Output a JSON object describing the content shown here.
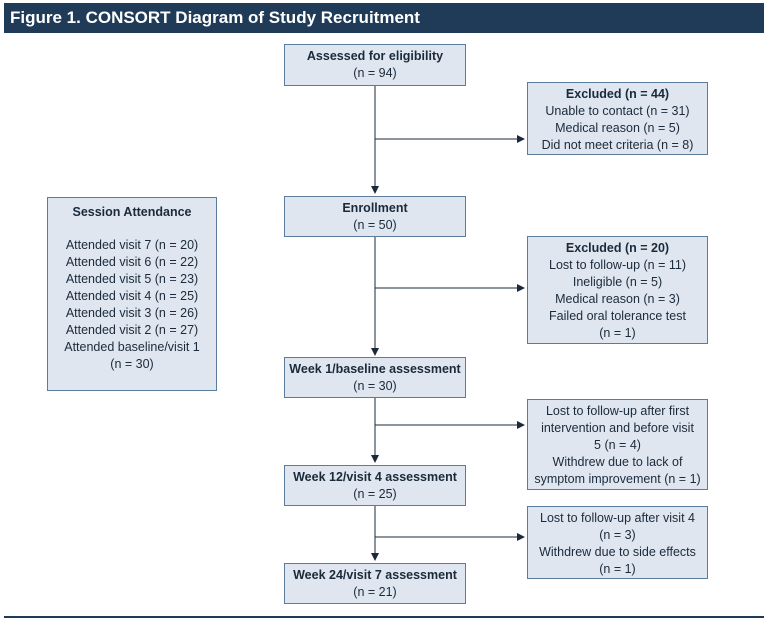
{
  "header": {
    "title": "Figure 1. CONSORT Diagram of Study Recruitment"
  },
  "main_flow": [
    {
      "title": "Assessed for eligibility",
      "n": "(n = 94)"
    },
    {
      "title": "Enrollment",
      "n": "(n = 50)"
    },
    {
      "title": "Week 1/baseline assessment",
      "n": "(n = 30)"
    },
    {
      "title": "Week 12/visit 4 assessment",
      "n": "(n = 25)"
    },
    {
      "title": "Week 24/visit 7 assessment",
      "n": "(n = 21)"
    }
  ],
  "side_boxes": [
    {
      "title": "Excluded (n = 44)",
      "lines": [
        "Unable to contact (n = 31)",
        "Medical reason (n = 5)",
        "Did not meet criteria (n = 8)"
      ]
    },
    {
      "title": "Excluded (n = 20)",
      "lines": [
        "Lost to follow-up (n = 11)",
        "Ineligible (n = 5)",
        "Medical reason (n = 3)",
        "Failed oral tolerance test",
        "(n = 1)"
      ]
    },
    {
      "title": "",
      "lines": [
        "Lost to follow-up after first",
        "intervention and before visit",
        "5 (n = 4)",
        "Withdrew due to lack of",
        "symptom improvement (n = 1)"
      ]
    },
    {
      "title": "",
      "lines": [
        "Lost to follow-up after visit 4",
        "(n = 3)",
        "Withdrew due to side effects",
        "(n = 1)"
      ]
    }
  ],
  "attendance": {
    "title": "Session Attendance",
    "lines": [
      "Attended visit 7 (n = 20)",
      "Attended visit 6 (n = 22)",
      "Attended visit 5 (n = 23)",
      "Attended visit 4 (n = 25)",
      "Attended visit 3 (n = 26)",
      "Attended visit 2 (n = 27)",
      "Attended baseline/visit 1",
      "(n = 30)"
    ]
  }
}
